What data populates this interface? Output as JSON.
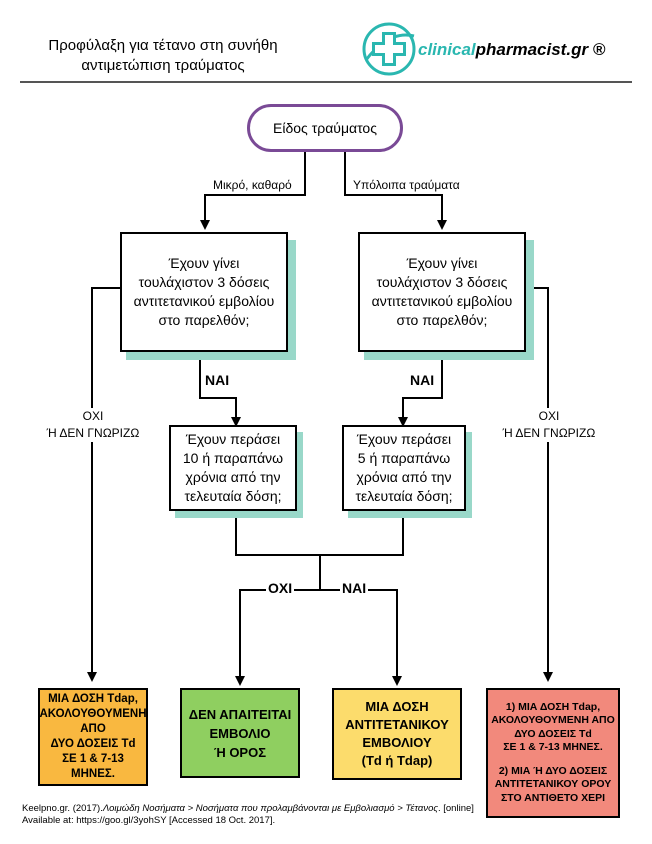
{
  "header": {
    "title_line1": "Προφύλαξη για τέτανο στη συνήθη",
    "title_line2": "αντιμετώπιση τραύματος",
    "logo_prefix": "clinical",
    "logo_suffix": "pharmacist.gr ®"
  },
  "start": {
    "label": "Είδος τραύματος"
  },
  "branches": {
    "left": "Μικρό, καθαρό",
    "right": "Υπόλοιπα τραύματα"
  },
  "q_left": {
    "l1": "Έχουν γίνει",
    "l2": "τουλάχιστον 3 δόσεις",
    "l3": "αντιτετανικού εμβολίου",
    "l4": "στο παρελθόν;"
  },
  "q_right": {
    "l1": "Έχουν γίνει",
    "l2": "τουλάχιστον 3 δόσεις",
    "l3": "αντιτετανικού εμβολίου",
    "l4": "στο παρελθόν;"
  },
  "yes_left": "ΝΑΙ",
  "yes_right": "ΝΑΙ",
  "no_left": {
    "l1": "ΟΧΙ",
    "l2": "Ή ΔΕΝ ΓΝΩΡΙΖΩ"
  },
  "no_right": {
    "l1": "ΟΧΙ",
    "l2": "Ή ΔΕΝ ΓΝΩΡΙΖΩ"
  },
  "q2_left": {
    "l1": "Έχουν περάσει",
    "l2": "10 ή παραπάνω",
    "l3": "χρόνια από την",
    "l4": "τελευταία δόση;"
  },
  "q2_right": {
    "l1": "Έχουν περάσει",
    "l2": "5 ή παραπάνω",
    "l3": "χρόνια από την",
    "l4": "τελευταία δόση;"
  },
  "merge": {
    "no": "ΟΧΙ",
    "yes": "ΝΑΙ"
  },
  "results": {
    "r1": {
      "l1": "ΜΙΑ ΔΟΣΗ Tdap,",
      "l2": "ΑΚΟΛΟΥΘΟΥΜΕΝΗ",
      "l3": "ΑΠΟ",
      "l4": "ΔΥΟ ΔΟΣΕΙΣ Td",
      "l5": "ΣΕ 1 & 7-13",
      "l6": "ΜΗΝΕΣ."
    },
    "r2": {
      "l1": "ΔΕΝ ΑΠΑΙΤΕΙΤΑΙ",
      "l2": "ΕΜΒΟΛΙΟ",
      "l3": "Ή ΟΡΟΣ"
    },
    "r3": {
      "l1": "ΜΙΑ ΔΟΣΗ",
      "l2": "ΑΝΤΙΤΕΤΑΝΙΚΟΥ",
      "l3": "ΕΜΒΟΛΙΟΥ",
      "l4": "(Td ή Tdap)"
    },
    "r4": {
      "l1": "1) ΜΙΑ ΔΟΣΗ Tdap,",
      "l2": "ΑΚΟΛΟΥΘΟΥΜΕΝΗ ΑΠΟ",
      "l3": "ΔΥΟ ΔΟΣΕΙΣ Td",
      "l4": "ΣΕ 1 & 7-13 ΜΗΝΕΣ.",
      "l5": "2) ΜΙΑ Ή ΔΥΟ ΔΟΣΕΙΣ",
      "l6": "ΑΝΤΙΤΕΤΑΝΙΚΟΥ ΟΡΟΥ",
      "l7": "ΣΤΟ ΑΝΤΙΘΕΤΟ ΧΕΡΙ"
    }
  },
  "reference": {
    "prefix": "Keelpno.gr. (2017).",
    "italic": "Λοιμώδη Νοσήματα > Νοσήματα που προλαμβάνονται με Εμβολιασμό > Τέτανος",
    "suffix": ". [online]",
    "line2": "Available at: https://goo.gl/3yohSY [Accessed 18 Oct. 2017]."
  }
}
